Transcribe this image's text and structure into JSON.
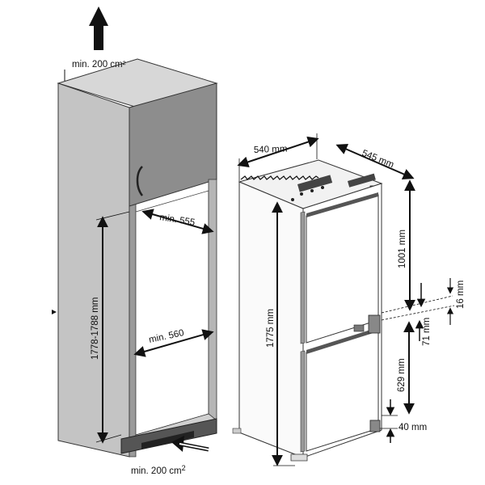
{
  "labels": {
    "vent_top": "min. 200 cm²",
    "vent_bottom": "min. 200 cm",
    "vent_bottom_sup": "2",
    "niche_width_top": "min. 555",
    "niche_width_bottom": "min. 560",
    "niche_height": "1778-1788 mm",
    "appliance_width": "540 mm",
    "appliance_depth": "545 mm",
    "appliance_height": "1775 mm",
    "upper_door": "1001 mm",
    "gap_16": "16 mm",
    "gap_71": "71 mm",
    "lower_door": "629 mm",
    "bottom_40": "40 mm"
  }
}
